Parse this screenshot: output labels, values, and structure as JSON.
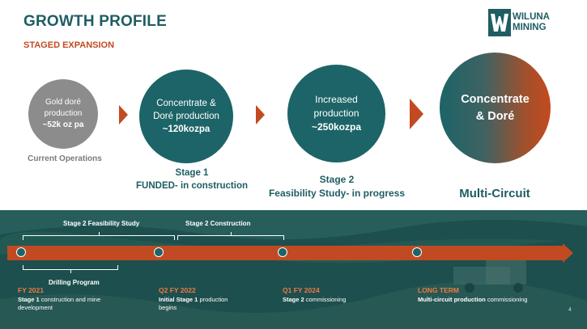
{
  "header": {
    "title": "GROWTH PROFILE",
    "subtitle": "STAGED EXPANSION"
  },
  "logo": {
    "line1": "WILUNA",
    "line2": "MINING"
  },
  "colors": {
    "teal": "#1c6467",
    "orange": "#c24a22",
    "grey": "#8c8c8c"
  },
  "stages": [
    {
      "lines": [
        "Gold doré",
        "production",
        "~52k oz pa"
      ],
      "caption": [
        "Current Operations"
      ]
    },
    {
      "lines": [
        "Concentrate &",
        "Doré production",
        "~120kozpa"
      ],
      "caption": [
        "Stage 1",
        "FUNDED- in construction"
      ]
    },
    {
      "lines": [
        "Increased",
        "production",
        "~250kozpa"
      ],
      "caption": [
        "Stage 2",
        "Feasibility Study- in progress"
      ]
    },
    {
      "lines": [
        "Concentrate",
        "& Doré"
      ],
      "caption": [
        "Multi-Circuit"
      ]
    }
  ],
  "timeline": {
    "brackets": {
      "feasibility": "Stage 2 Feasibility Study",
      "construction": "Stage 2 Construction",
      "drilling": "Drilling Program"
    },
    "milestones": [
      {
        "date": "FY 2021",
        "desc_bold": "Stage 1",
        "desc": " construction and mine development"
      },
      {
        "date": "Q2 FY 2022",
        "desc_bold": "Initial Stage 1",
        "desc": " production begins"
      },
      {
        "date": "Q1 FY 2024",
        "desc_bold": "Stage 2",
        "desc": " commissioning"
      },
      {
        "date": "LONG TERM",
        "desc_bold": "Multi-circuit production",
        "desc": " commissioning"
      }
    ]
  },
  "page_number": "4"
}
